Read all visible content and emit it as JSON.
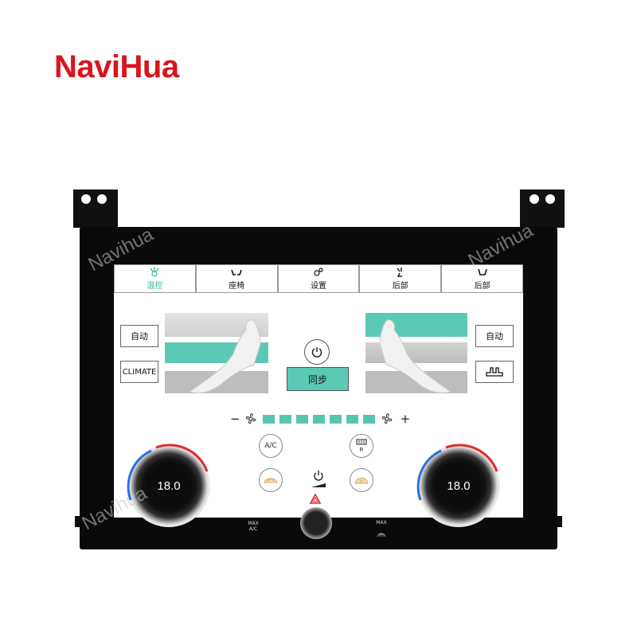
{
  "brand": {
    "name": "NaviHua",
    "color": "#d9141c"
  },
  "watermark": {
    "text": "Navihua"
  },
  "tabs": [
    {
      "label": "温控",
      "icon": "fan-climate-icon",
      "active": true
    },
    {
      "label": "座椅",
      "icon": "seat-icon",
      "active": false
    },
    {
      "label": "设置",
      "icon": "settings-icon",
      "active": false
    },
    {
      "label": "后部",
      "icon": "rear-climate-icon",
      "active": false
    },
    {
      "label": "后部",
      "icon": "rear-seat-icon",
      "active": false
    }
  ],
  "left": {
    "auto_label": "自动",
    "climate_label": "CLIMATE"
  },
  "right": {
    "auto_label": "自动",
    "seat_icon": "seat-heat-icon"
  },
  "center": {
    "power_icon": "power-icon",
    "sync_label": "同步"
  },
  "fan": {
    "minus": "−",
    "plus": "+",
    "level": 7,
    "max": 7
  },
  "controls": {
    "ac_label": "A/C",
    "rear_defrost_label": "R",
    "front_recirc_label": "F"
  },
  "knobs": {
    "left_temp": "18.0",
    "right_temp": "18.0"
  },
  "bottom": {
    "max_ac": "MAX\nA/C",
    "max_defrost": "MAX"
  },
  "colors": {
    "accent": "#5cc9b5",
    "active_tab": "#2fb79c"
  }
}
